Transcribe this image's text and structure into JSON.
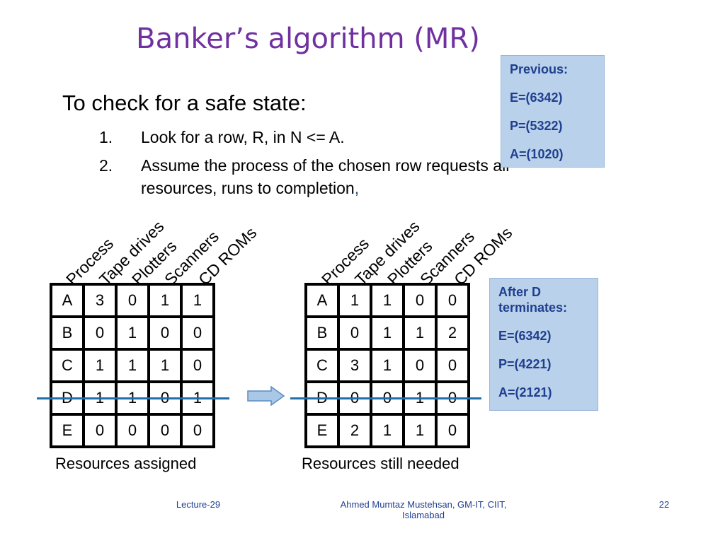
{
  "title": "Banker’s algorithm (MR)",
  "intro": "To check for a safe state:",
  "steps": [
    {
      "num": "1.",
      "text": "Look for a row, R, in N <= A."
    },
    {
      "num": "2.",
      "text": "Assume the process of the chosen row requests all resources, runs to completion",
      "trailing": ","
    }
  ],
  "previous_box": {
    "heading": "Previous:",
    "e": "E=(6342)",
    "p": "P=(5322)",
    "a": "A=(1020)"
  },
  "after_box": {
    "heading": "After D terminates:",
    "e": "E=(6342)",
    "p": "P=(4221)",
    "a": "A=(2121)"
  },
  "column_headers": [
    "Process",
    "Tape drives",
    "Plotters",
    "Scanners",
    "CD ROMs"
  ],
  "assigned": {
    "caption": "Resources assigned",
    "rows": [
      [
        "A",
        "3",
        "0",
        "1",
        "1"
      ],
      [
        "B",
        "0",
        "1",
        "0",
        "0"
      ],
      [
        "C",
        "1",
        "1",
        "1",
        "0"
      ],
      [
        "D",
        "1",
        "1",
        "0",
        "1"
      ],
      [
        "E",
        "0",
        "0",
        "0",
        "0"
      ]
    ]
  },
  "needed": {
    "caption": "Resources still needed",
    "rows": [
      [
        "A",
        "1",
        "1",
        "0",
        "0"
      ],
      [
        "B",
        "0",
        "1",
        "1",
        "2"
      ],
      [
        "C",
        "3",
        "1",
        "0",
        "0"
      ],
      [
        "D",
        "0",
        "0",
        "1",
        "0"
      ],
      [
        "E",
        "2",
        "1",
        "1",
        "0"
      ]
    ]
  },
  "footer": {
    "left": "Lecture-29",
    "center": "Ahmed Mumtaz Mustehsan, GM-IT, CIIT, Islamabad",
    "right": "22"
  }
}
